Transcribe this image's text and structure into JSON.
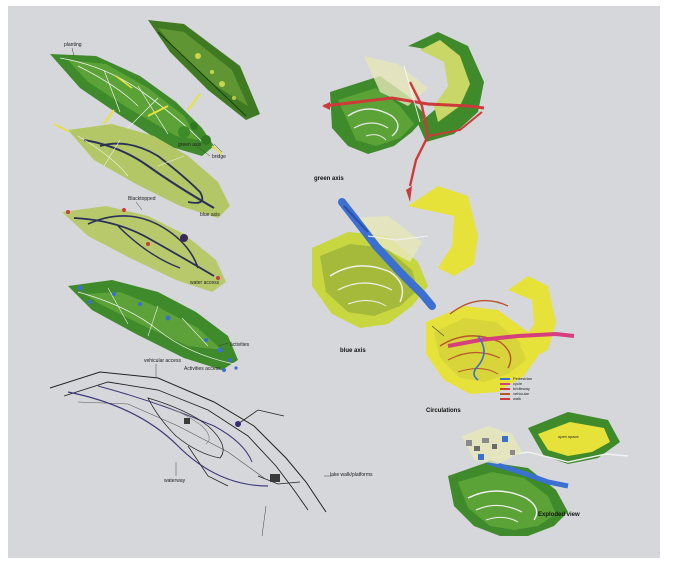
{
  "left_panels": {
    "top_labels": {
      "a": "planting",
      "b": "green axis",
      "c": "bridge"
    },
    "blue_axis_label": "blue axis",
    "third_labels": {
      "a": "Blacktopped",
      "b": "water access"
    },
    "fourth_labels": {
      "a": "activities",
      "b": "Activities access"
    },
    "bottom_labels": {
      "vehicular": "vehicular access",
      "waterway": "waterway",
      "walk": "lake walk/platforms"
    }
  },
  "right_panels": {
    "green_axis": "green axis",
    "blue_axis": "blue axis",
    "circulations": "Circulations",
    "circulation_legend": [
      "Pedestrian",
      "cycle",
      "bridleway",
      "vehicular",
      "walk"
    ],
    "exploded_view": "Exploded view",
    "exploded_tag": "open space"
  },
  "colors": {
    "background": "#d6d7db",
    "dark_green": "#2f7d24",
    "mid_green": "#4f9a2e",
    "light_green": "#a9c45a",
    "pale_green": "#cfd98a",
    "yellow": "#e6e23a",
    "blue": "#3b6fd0",
    "red": "#cc3a3a",
    "pink": "#d63f7d",
    "navy": "#2a2f5a"
  }
}
